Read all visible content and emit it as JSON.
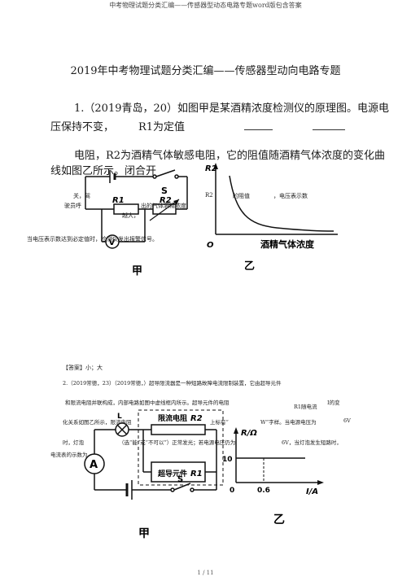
{
  "header": "中考物理试题分类汇编——传感器型动态电路专题word版包含答案",
  "title": "2019年中考物理试题分类汇编——传感器型动向电路专题",
  "q1": {
    "line1": "1.（2019青岛，20）如图甲是某酒精浓度检测仪的原理图。电源电",
    "line2a": "压保持不变，",
    "line2b": "R1为定值",
    "line3": "电阻，R2为酒精气体敏感电阻，它的阻值随酒精气体浓度的变化曲",
    "line4": "线如图乙所示。闭合开",
    "overlay_guan": "关，驾",
    "overlay_shiyuan": "驶员呼",
    "overlay_chu": "出的气体酒精浓度",
    "overlay_yue": "越大，",
    "overlay_r2": "R2",
    "overlay_zuzhi": "的阻值",
    "overlay_dianya": "，电压表示数",
    "overlay_alarm": "当电压表示数达到必定值时，检测仪发出报警信号。",
    "answer": "【答案】小；大",
    "fig1": {
      "switch": "S",
      "r1": "R1",
      "r2": "R2",
      "meter": "V",
      "caption_left": "甲",
      "caption_right": "乙",
      "graph_y": "R2",
      "graph_x": "酒精气体浓度",
      "origin": "O"
    }
  },
  "q2": {
    "line1": "2.（2019常德，23）（2019常德，）超导限流器是一种短路故障电流限制装置，它由超导元件",
    "line2a": "和限流电阻并联构成，内部电路如图中虚线框内所示。超导元件的电阻",
    "line2b": "R1随电流",
    "line2c": "I的变",
    "line3a": "化关系如图乙所示，限流电阻",
    "line3b": "上标有“",
    "line3c": "W”字样。当电源电压为",
    "line3d": "6V",
    "line4a": "时，灯泡",
    "line4b": "（选“能”或“不可以”）正常发光；若电源电压仍为",
    "line4c": "6V，当灯泡发生短路时，",
    "line5": "电流表的示数为",
    "fig2": {
      "limit_box": "限流电阻",
      "r2": "R2",
      "sc_box": "超导元件",
      "r1": "R1",
      "lamp": "L",
      "meter": "A",
      "switch": "S",
      "caption_left": "甲",
      "caption_right": "乙",
      "graph_y": "R/Ω",
      "graph_x": "I/A",
      "y_tick": "10",
      "x_tick": "0.6",
      "origin": "0"
    }
  },
  "footer": "1 / 11"
}
